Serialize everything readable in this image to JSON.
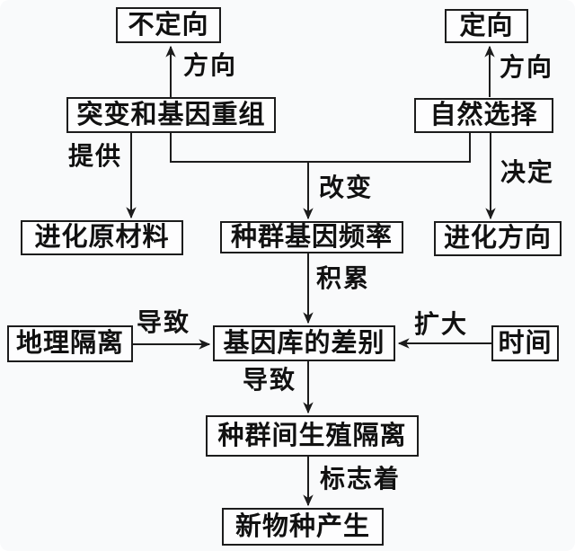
{
  "diagram": {
    "type": "flowchart",
    "topic": "species-formation-evolution",
    "colors": {
      "background": "#f9fafb",
      "node_fill": "#fdfdfe",
      "line": "#1c1c1c",
      "text": "#111111"
    }
  },
  "nodes": {
    "non_directional": {
      "label": "不定向"
    },
    "directional": {
      "label": "定向"
    },
    "mutation_recombination": {
      "label": "突变和基因重组"
    },
    "natural_selection": {
      "label": "自然选择"
    },
    "raw_materials": {
      "label": "进化原材料"
    },
    "gene_frequency": {
      "label": "种群基因频率"
    },
    "evolution_direction": {
      "label": "进化方向"
    },
    "geographic_isolation": {
      "label": "地理隔离"
    },
    "gene_pool_difference": {
      "label": "基因库的差别"
    },
    "time": {
      "label": "时间"
    },
    "reproductive_isolation": {
      "label": "种群间生殖隔离"
    },
    "new_species": {
      "label": "新物种产生"
    }
  },
  "edge_labels": {
    "direction_left": "方向",
    "direction_right": "方向",
    "provide": "提供",
    "change": "改变",
    "decide": "决定",
    "accumulate": "积累",
    "cause_left": "导致",
    "expand": "扩大",
    "cause_down": "导致",
    "marks": "标志着"
  },
  "edges": [
    {
      "from": "mutation_recombination",
      "to": "non_directional",
      "label": "方向"
    },
    {
      "from": "natural_selection",
      "to": "directional",
      "label": "方向"
    },
    {
      "from": "mutation_recombination",
      "to": "raw_materials",
      "label": "提供"
    },
    {
      "from": "mutation_recombination & natural_selection",
      "to": "gene_frequency",
      "label": "改变"
    },
    {
      "from": "natural_selection",
      "to": "evolution_direction",
      "label": "决定"
    },
    {
      "from": "gene_frequency",
      "to": "gene_pool_difference",
      "label": "积累"
    },
    {
      "from": "geographic_isolation",
      "to": "gene_pool_difference",
      "label": "导致"
    },
    {
      "from": "time",
      "to": "gene_pool_difference",
      "label": "扩大"
    },
    {
      "from": "gene_pool_difference",
      "to": "reproductive_isolation",
      "label": "导致"
    },
    {
      "from": "reproductive_isolation",
      "to": "new_species",
      "label": "标志着"
    }
  ]
}
